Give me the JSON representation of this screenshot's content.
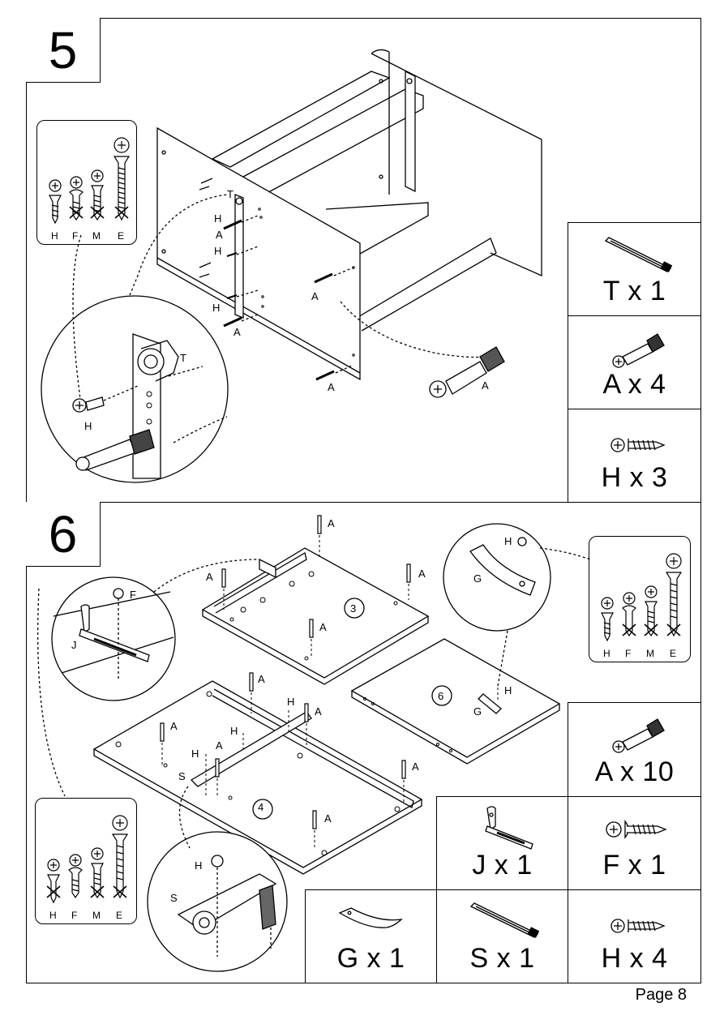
{
  "page": {
    "label": "Page 8"
  },
  "step5": {
    "number": "5",
    "legend": {
      "h": "H",
      "f": "F",
      "m": "M",
      "e": "E"
    },
    "labels": {
      "t": "T",
      "h": "H",
      "a": "A"
    },
    "parts": [
      {
        "icon": "slide-rail-icon",
        "qty": "T x 1"
      },
      {
        "icon": "cam-bolt-icon",
        "qty": "A x 4"
      },
      {
        "icon": "screw-h-icon",
        "qty": "H x 3"
      }
    ]
  },
  "step6": {
    "number": "6",
    "legend": {
      "h": "H",
      "f": "F",
      "m": "M",
      "e": "E"
    },
    "labels": {
      "a": "A",
      "h": "H",
      "f": "F",
      "j": "J",
      "g": "G",
      "s": "S"
    },
    "panels": {
      "p3": "3",
      "p4": "4",
      "p6": "6"
    },
    "parts": [
      {
        "icon": "cam-bolt-icon",
        "qty": "A x 10"
      },
      {
        "icon": "bracket-j-icon",
        "qty": "J x 1"
      },
      {
        "icon": "screw-f-icon",
        "qty": "F x 1"
      },
      {
        "icon": "strap-g-icon",
        "qty": "G x 1"
      },
      {
        "icon": "slide-rail-icon",
        "qty": "S x 1"
      },
      {
        "icon": "screw-h-icon",
        "qty": "H x 4"
      }
    ]
  }
}
